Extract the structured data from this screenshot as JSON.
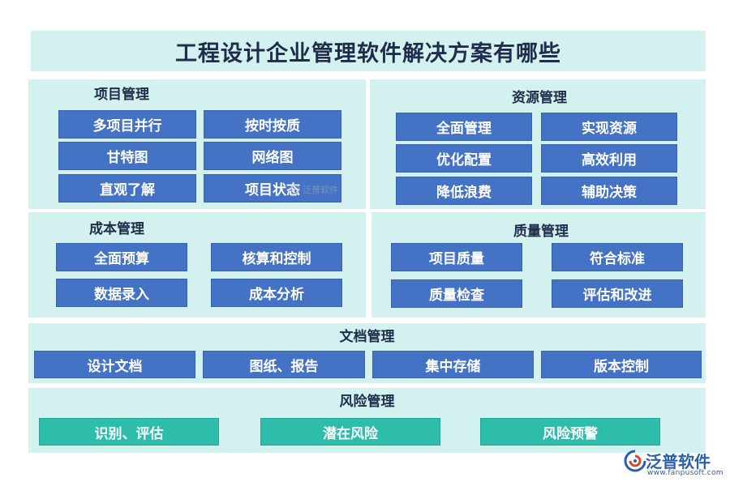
{
  "title": "工程设计企业管理软件解决方案有哪些",
  "sections": {
    "project": {
      "title": "项目管理",
      "items": [
        "多项目并行",
        "按时按质",
        "甘特图",
        "网络图",
        "直观了解",
        "项目状态"
      ]
    },
    "resource": {
      "title": "资源管理",
      "items": [
        "全面管理",
        "实现资源",
        "优化配置",
        "高效利用",
        "降低浪费",
        "辅助决策"
      ]
    },
    "cost": {
      "title": "成本管理",
      "items": [
        "全面预算",
        "核算和控制",
        "数据录入",
        "成本分析"
      ]
    },
    "quality": {
      "title": "质量管理",
      "items": [
        "项目质量",
        "符合标准",
        "质量检查",
        "评估和改进"
      ]
    },
    "document": {
      "title": "文档管理",
      "items": [
        "设计文档",
        "图纸、报告",
        "集中存储",
        "版本控制"
      ]
    },
    "risk": {
      "title": "风险管理",
      "items": [
        "识别、评估",
        "潜在风险",
        "风险预警"
      ]
    }
  },
  "watermark": "泛普软件",
  "logo": {
    "name": "泛普软件",
    "url": "www.fanpusoft.com"
  },
  "colors": {
    "panel": "#d3f1ee",
    "button_blue": "#4472c4",
    "button_teal": "#2ebcab",
    "title_text": "#1f2d4a",
    "logo": "#2d5fa8"
  }
}
